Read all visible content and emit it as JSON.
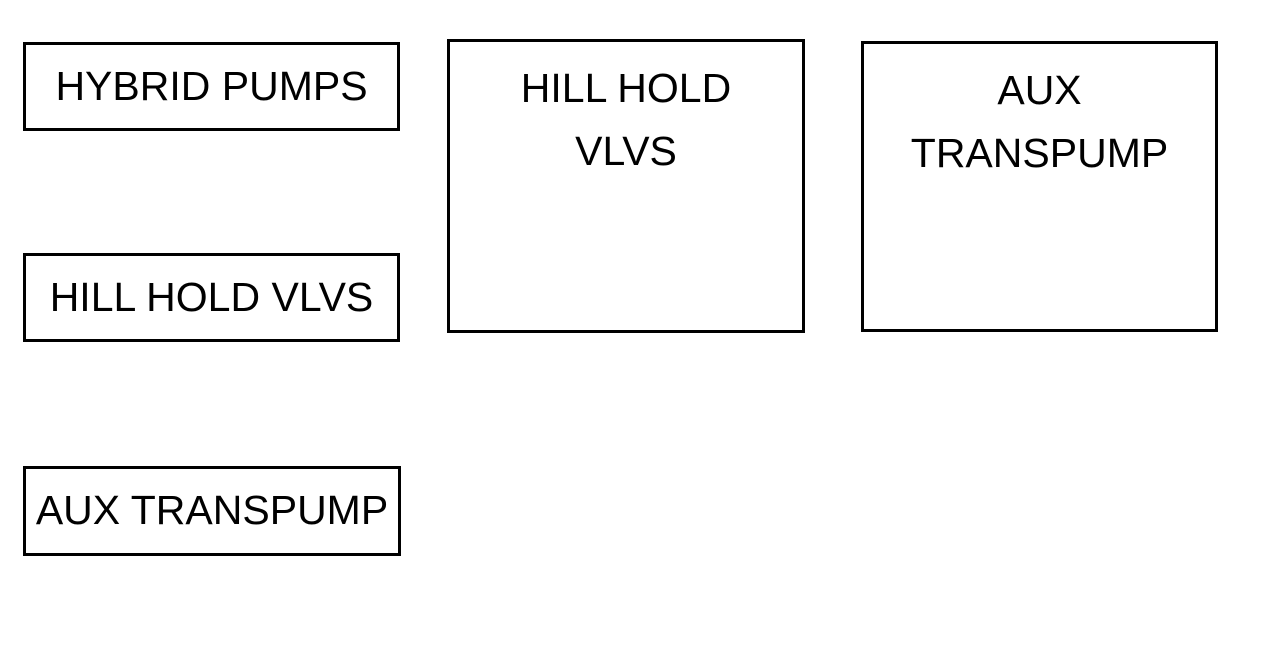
{
  "diagram": {
    "background_color": "#ffffff",
    "border_color": "#000000",
    "text_color": "#000000",
    "labels": {
      "hybrid_pumps": {
        "label": "HYBRID PUMPS"
      },
      "hill_hold_small": {
        "label": "HILL HOLD VLVS"
      },
      "aux_transpump_small": {
        "label": "AUX TRANSPUMP"
      }
    },
    "blocks": {
      "hill_hold_large": {
        "line1": "HILL HOLD",
        "line2": "VLVS"
      },
      "aux_transpump_large": {
        "line1": "AUX",
        "line2": "TRANSPUMP"
      }
    }
  }
}
